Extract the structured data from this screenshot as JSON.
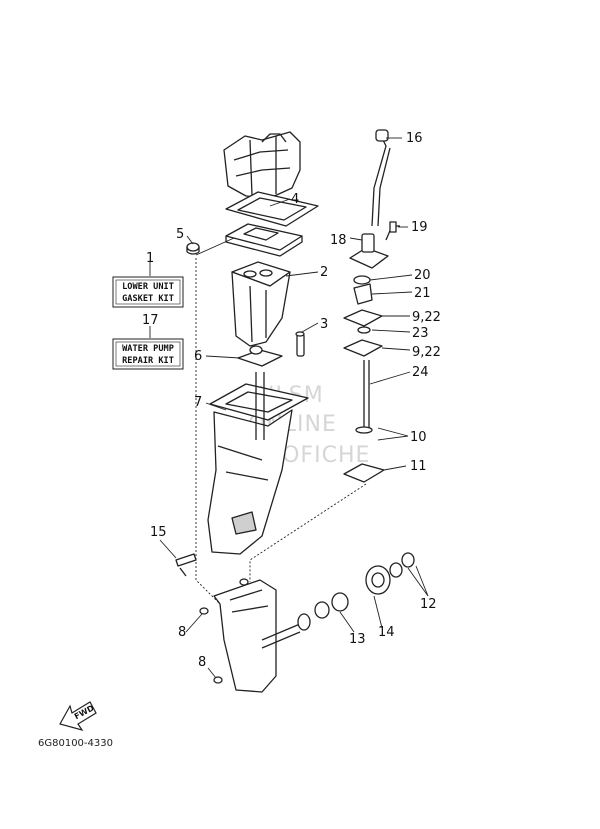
{
  "diagram": {
    "part_code": "6G80100-4330",
    "watermark": [
      "HLSM",
      "ONLINE",
      "MICROFICHE"
    ],
    "fwd_label": "FWD",
    "kits": [
      {
        "number": "1",
        "line1": "LOWER UNIT",
        "line2": "GASKET KIT"
      },
      {
        "number": "17",
        "line1": "WATER PUMP",
        "line2": "REPAIR KIT"
      }
    ],
    "callouts": {
      "c2": "2",
      "c3": "3",
      "c4": "4",
      "c5": "5",
      "c6": "6",
      "c7": "7",
      "c8a": "8",
      "c8b": "8",
      "c10": "10",
      "c11": "11",
      "c12": "12",
      "c13": "13",
      "c14": "14",
      "c15": "15",
      "c16": "16",
      "c18": "18",
      "c19": "19",
      "c20": "20",
      "c21": "21",
      "c922a": "9,22",
      "c23": "23",
      "c922b": "9,22",
      "c24": "24"
    }
  }
}
